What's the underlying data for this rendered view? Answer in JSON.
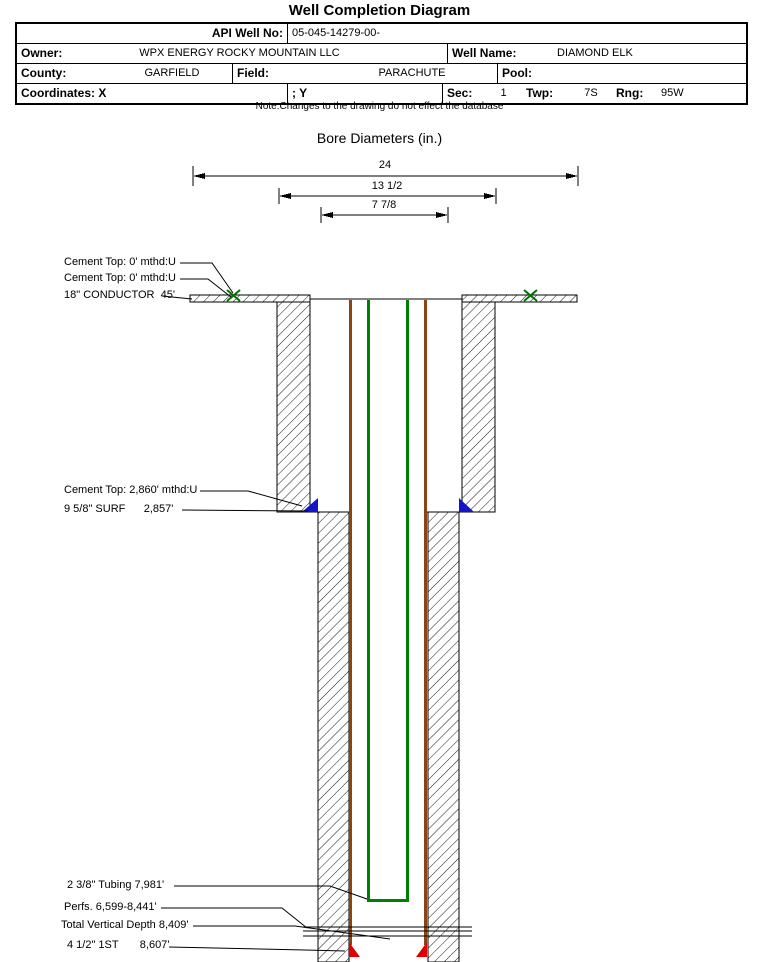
{
  "title": "Well Completion Diagram",
  "header": {
    "api_label": "API Well No:",
    "api_value": "05-045-14279-00-",
    "owner_label": "Owner:",
    "owner_value": "WPX ENERGY ROCKY MOUNTAIN LLC",
    "well_name_label": "Well Name:",
    "well_name_value": "DIAMOND ELK",
    "county_label": "County:",
    "county_value": "GARFIELD",
    "field_label": "Field:",
    "field_value": "PARACHUTE",
    "pool_label": "Pool:",
    "pool_value": "",
    "coordinates_label": "Coordinates: X",
    "coordinates_y_label": "; Y",
    "sec_label": "Sec:",
    "sec_value": "1",
    "twp_label": "Twp:",
    "twp_value": "7S",
    "rng_label": "Rng:",
    "rng_value": "95W"
  },
  "note": "Note:Changes to the drawing do not effect the database",
  "diagram": {
    "bore_title": "Bore Diameters (in.)",
    "dim_24": "24",
    "dim_13": "13 1/2",
    "dim_7": "7 7/8",
    "labels": {
      "cement_top_1": "Cement Top: 0' mthd:U",
      "cement_top_2": "Cement Top: 0' mthd:U",
      "conductor": "18\" CONDUCTOR  45'",
      "cement_top_3": "Cement Top: 2,860' mthd:U",
      "surf": "9 5/8\" SURF      2,857'",
      "tubing": "2 3/8\" Tubing 7,981'",
      "perfs": "Perfs. 6,599-8,441'",
      "tvd": "Total Vertical Depth 8,409'",
      "first_casing": "4 1/2\" 1ST       8,607'"
    },
    "colors": {
      "casing_brown": "#8B4513",
      "tubing_green": "#008000",
      "cement_blue": "#1414CC",
      "shoe_red": "#DD0000",
      "marker_green": "#007000"
    }
  }
}
